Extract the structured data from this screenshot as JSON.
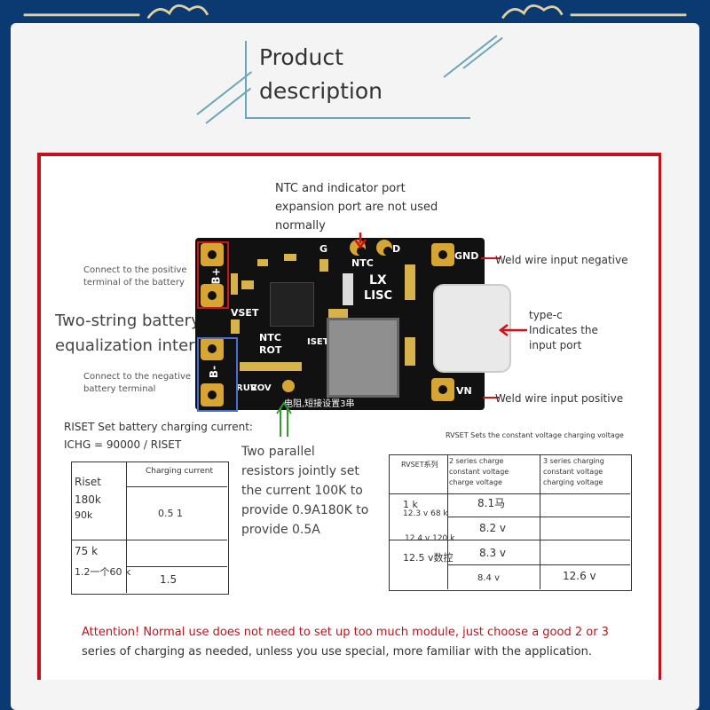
{
  "header": {
    "title_line1": "Product",
    "title_line2": "description"
  },
  "annotations": {
    "ntc_note": [
      "NTC and indicator port",
      "expansion port are not used",
      "normally"
    ],
    "battery_positive": [
      "Connect to the positive",
      "terminal of the battery"
    ],
    "battery_negative": [
      "Connect to the negative",
      "battery terminal"
    ],
    "two_string": [
      "Two-string battery",
      "equalization interf"
    ],
    "weld_negative": "Weld wire input negative",
    "weld_positive": "Weld wire input positive",
    "typec": [
      "type-c",
      "Indicates the",
      "input port"
    ],
    "parallel": [
      "Two parallel",
      "resistors jointly set",
      "the current 100K to",
      "provide 0.9A180K to",
      "provide 0.5A"
    ]
  },
  "pcb_labels": {
    "bplus": "B+",
    "bminus": "B-",
    "vset": "VSET",
    "ntc": "NTC",
    "rot": "ROT",
    "ruv": "RUV",
    "rov": "ROV",
    "iset": "ISET",
    "g": "G",
    "d": "D",
    "ntc_top": "NTC",
    "lx": "LX",
    "lisc": "LISC",
    "gnd": "GND",
    "vn": "VN",
    "chinese": "电阻,短接设置3串"
  },
  "riset_table": {
    "heading": "RISET Set battery charging current:",
    "formula": "ICHG = 90000 / RISET",
    "col_header": "Charging current",
    "riset_label": "Riset",
    "rows": [
      {
        "r1": "180k",
        "r2": "90k",
        "current": "0.5 1"
      },
      {
        "r1": "75 k",
        "r2": "1.2一个60 k",
        "current": "1.5"
      }
    ]
  },
  "rvset_table": {
    "heading": "RVSET Sets the constant voltage charging voltage",
    "col1": "RVSET系列",
    "col2": [
      "2 series charge",
      "constant voltage",
      "charge voltage"
    ],
    "col3": [
      "3 series charging",
      "constant voltage",
      "charging voltage"
    ],
    "rows": [
      {
        "a": "1 k",
        "a2": "12.3 v 68 k",
        "b": "8.1马",
        "c": ""
      },
      {
        "a": "",
        "a2": "",
        "b": "8.2 v",
        "c": ""
      },
      {
        "a": "12.4 v 120 k",
        "a2": "12.5 v数控",
        "b": "8.3 v",
        "c": ""
      },
      {
        "a": "",
        "a2": "",
        "b": "8.4 v",
        "c": "12.6 v"
      }
    ]
  },
  "attention": [
    "Attention! Normal use does not need to set up too much module, just choose a good 2 or 3",
    "series of charging as needed, unless you use special, more familiar with the application."
  ],
  "colors": {
    "frame": "#0b3a73",
    "panel_border": "#c0121a",
    "arrow_red": "#d0101a",
    "arrow_green": "#2ea02e",
    "attention_text": "#c0121a",
    "pad_gold": "#d6a534"
  }
}
